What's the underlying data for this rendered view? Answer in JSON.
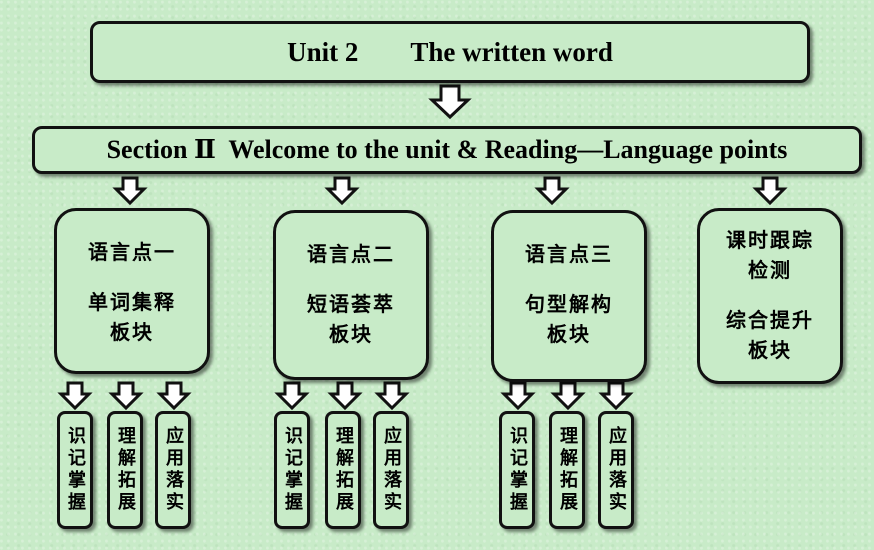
{
  "title": {
    "unit": "Unit 2",
    "name": "The written word"
  },
  "section": "Section Ⅱ  Welcome to the unit & Reading—Language points",
  "modules": [
    {
      "line1": "语言点一",
      "line2": "单词集释板块"
    },
    {
      "line1": "语言点二",
      "line2": "短语荟萃板块"
    },
    {
      "line1": "语言点三",
      "line2": "句型解构板块"
    },
    {
      "line1": "课时跟踪检测",
      "line2": "综合提升板块"
    }
  ],
  "sub_steps": {
    "m1": [
      "识记掌握",
      "理解拓展",
      "应用落实"
    ],
    "m2": [
      "识记掌握",
      "理解拓展",
      "应用落实"
    ],
    "m3": [
      "识记掌握",
      "理解拓展",
      "应用落实"
    ]
  },
  "colors": {
    "background": "#c8ebc8",
    "border": "#111111",
    "text": "#000000"
  }
}
